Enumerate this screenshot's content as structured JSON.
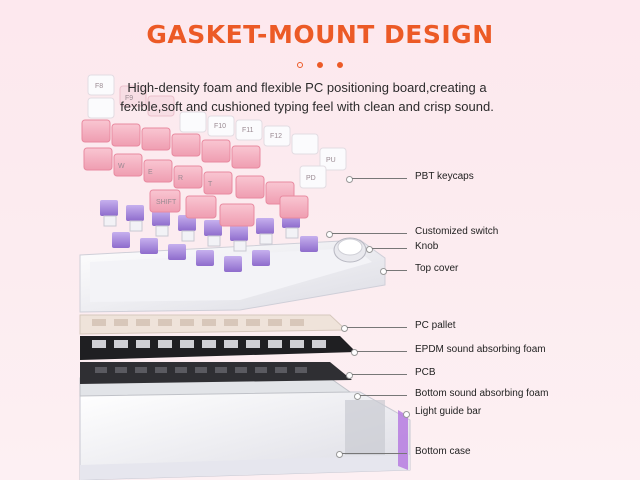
{
  "header": {
    "title": "GASKET-MOUNT DESIGN",
    "description_line1": "High-density foam and flexible PC positioning board,creating a",
    "description_line2": "fexible,soft and cushioned typing feel with clean and crisp sound."
  },
  "colors": {
    "accent": "#ec5a26",
    "pink_key": "#f4a7b9",
    "light_pink_key": "#f9d4dd",
    "switch_purple": "#a98bd9",
    "plate_dark": "#2a2a2a"
  },
  "keycap_legends": [
    "F8",
    "F9",
    "F10",
    "F11",
    "F12",
    "PU",
    "PD",
    "SHIFT",
    "W",
    "E",
    "R",
    "T"
  ],
  "layers": [
    {
      "id": "pbt-keycaps",
      "label": "PBT keycaps"
    },
    {
      "id": "customized-switch",
      "label": "Customized switch"
    },
    {
      "id": "knob",
      "label": "Knob"
    },
    {
      "id": "top-cover",
      "label": "Top cover"
    },
    {
      "id": "pc-pallet",
      "label": "PC pallet"
    },
    {
      "id": "epdm-foam",
      "label": "EPDM sound absorbing foam"
    },
    {
      "id": "pcb",
      "label": "PCB"
    },
    {
      "id": "bottom-foam",
      "label": "Bottom sound absorbing foam"
    },
    {
      "id": "light-guide-bar",
      "label": "Light guide bar"
    },
    {
      "id": "bottom-case",
      "label": "Bottom case"
    }
  ]
}
